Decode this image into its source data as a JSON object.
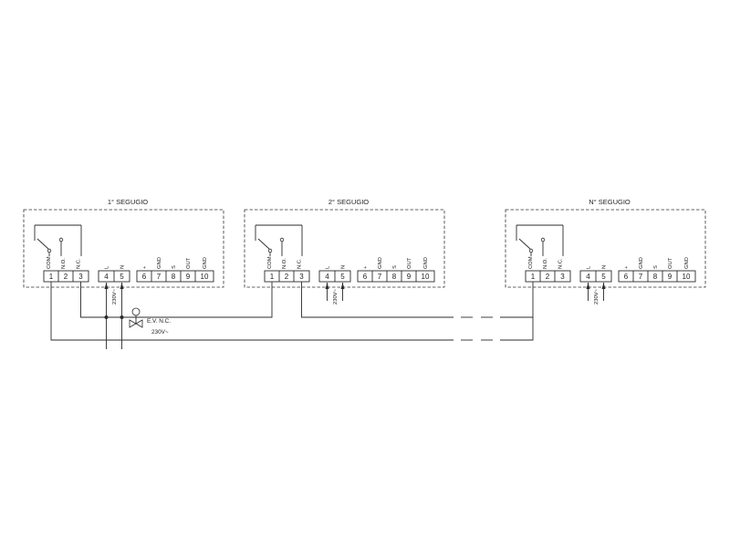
{
  "units": [
    {
      "title": "1° SEGUGIO",
      "supply_label": "230V~"
    },
    {
      "title": "2° SEGUGIO",
      "supply_label": "230V~"
    },
    {
      "title": "N° SEGUGIO",
      "supply_label": "230V~"
    }
  ],
  "terminals": {
    "relay": [
      {
        "number": "1",
        "label": "COM"
      },
      {
        "number": "2",
        "label": "N.O."
      },
      {
        "number": "3",
        "label": "N.C."
      }
    ],
    "power": [
      {
        "number": "4",
        "label": "L"
      },
      {
        "number": "5",
        "label": "N"
      }
    ],
    "sensor": [
      {
        "number": "6",
        "label": "+"
      },
      {
        "number": "7",
        "label": "GND"
      },
      {
        "number": "8",
        "label": "S"
      },
      {
        "number": "9",
        "label": "OUT"
      },
      {
        "number": "10",
        "label": "GND"
      }
    ]
  },
  "valve": {
    "label": "E.V. N.C.",
    "voltage": "230V~"
  }
}
